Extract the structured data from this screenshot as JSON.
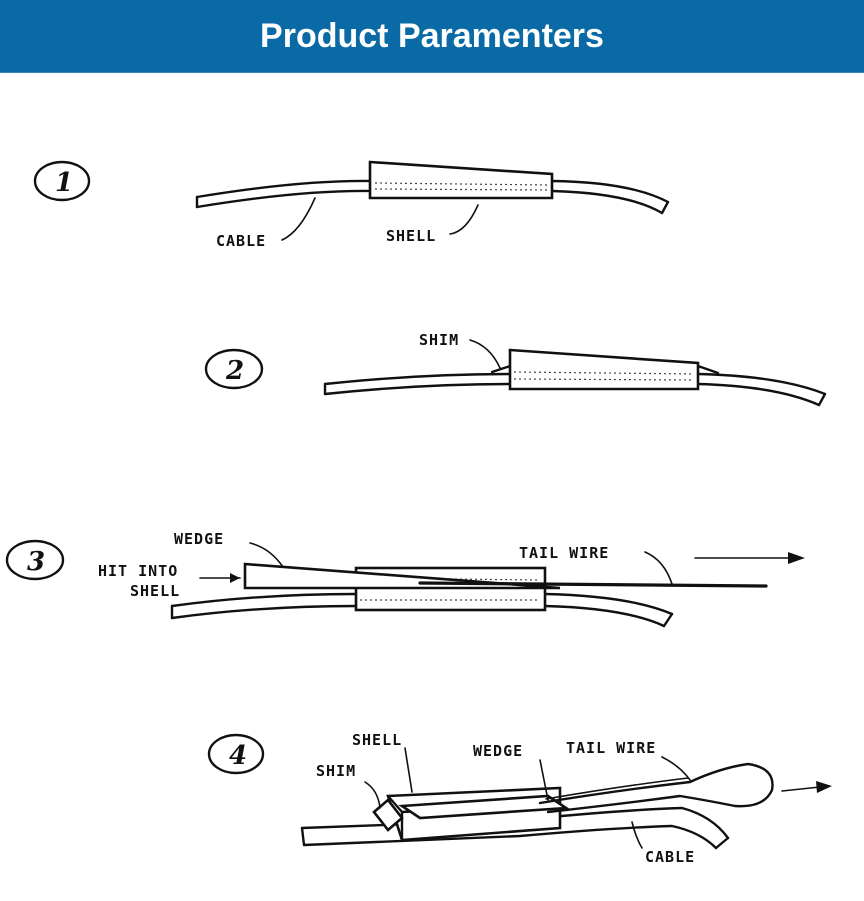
{
  "header": {
    "title": "Product Paramenters"
  },
  "steps": [
    {
      "number": "1",
      "labels": {
        "cable": "CABLE",
        "shell": "SHELL"
      }
    },
    {
      "number": "2",
      "labels": {
        "shim": "SHIM"
      }
    },
    {
      "number": "3",
      "labels": {
        "wedge": "WEDGE",
        "hit_into": "HIT INTO",
        "shell": "SHELL",
        "tail_wire": "TAIL WIRE"
      }
    },
    {
      "number": "4",
      "labels": {
        "shell": "SHELL",
        "shim": "SHIM",
        "wedge": "WEDGE",
        "tail_wire": "TAIL WIRE",
        "cable": "CABLE"
      }
    }
  ],
  "colors": {
    "header_bg": "#0a6aa6",
    "header_text": "#ffffff"
  }
}
